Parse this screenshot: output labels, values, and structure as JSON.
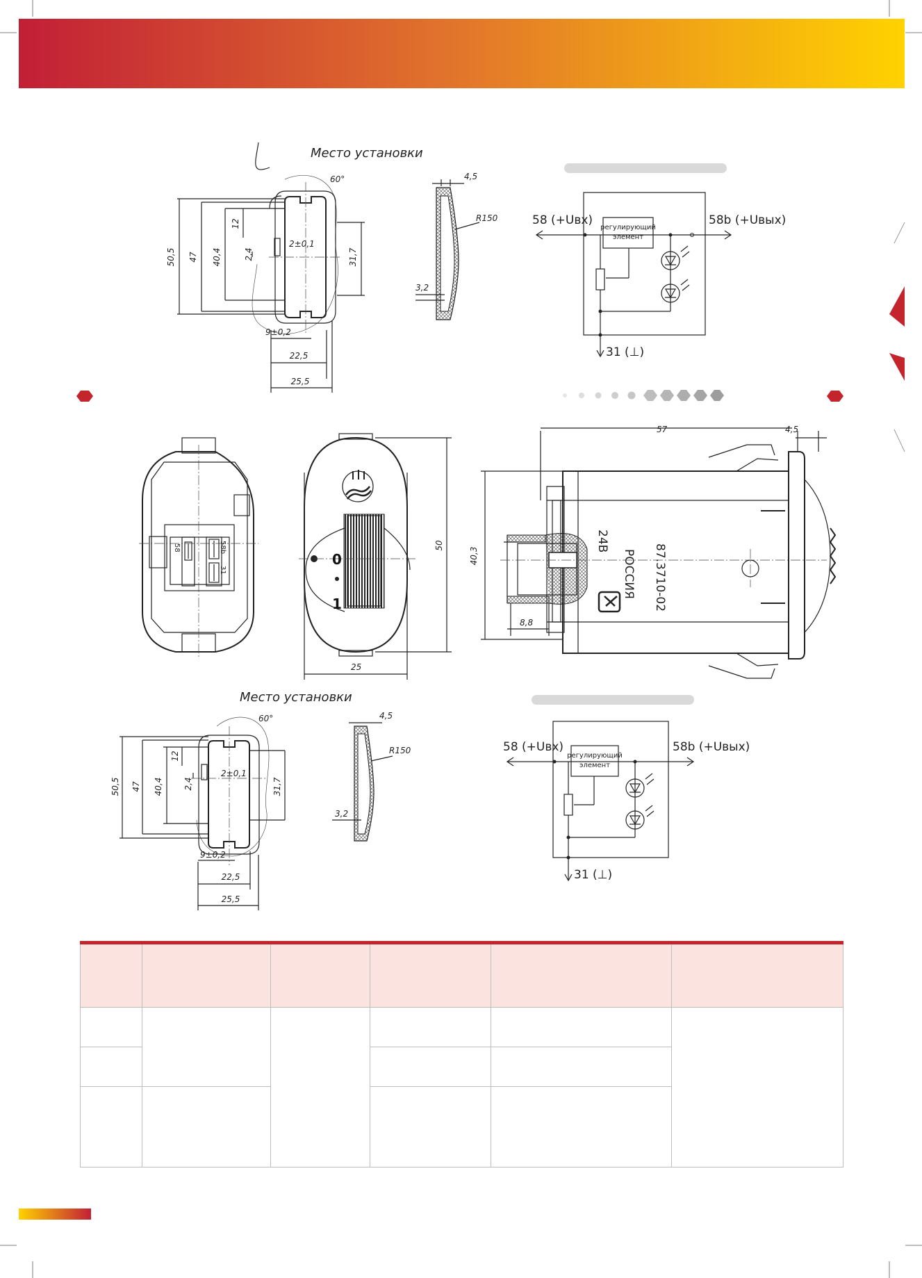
{
  "colors": {
    "banner_start": "#c21f36",
    "banner_end": "#ffd200",
    "accent_red": "#c4242b",
    "header_pink": "#fbe3df",
    "grey_bar": "#d9d9d9"
  },
  "drawings": {
    "mount_top": {
      "title": "Место установки",
      "angle": "60°",
      "dims": {
        "h_outer": "50,5",
        "h_mid": "47",
        "h_inner": "40,4",
        "notch": "12",
        "gap": "2,4",
        "tol": "2±0,1",
        "h_right": "31,7",
        "bottom_tol": "9±0,2",
        "w_inner": "22,5",
        "w_outer": "25,5"
      }
    },
    "panel_top": {
      "t_top": "4,5",
      "radius": "R150",
      "t_bottom": "3,2"
    },
    "circuit_top": {
      "input": "58 (+Uвх)",
      "output": "58b (+Uвых)",
      "element_line1": "регулирующий",
      "element_line2": "элемент",
      "ground": "31 (⊥)"
    },
    "back_view": {
      "pin_a": "58",
      "pin_b": "58b",
      "pin_c": "31"
    },
    "front_view": {
      "pos_0": "0",
      "pos_1": "1",
      "height": "50",
      "width": "25"
    },
    "side_view": {
      "length": "57",
      "flange": "4,5",
      "height": "40,3",
      "depth": "8,8",
      "voltage": "24В",
      "country": "РОССИЯ",
      "model": "87.3710-02"
    },
    "mount_bottom": {
      "title": "Место установки",
      "angle": "60°",
      "dims": {
        "h_outer": "50,5",
        "h_mid": "47",
        "h_inner": "40,4",
        "notch": "12",
        "gap": "2,4",
        "tol": "2±0,1",
        "h_right": "31,7",
        "bottom_tol": "9±0,2",
        "w_inner": "22,5",
        "w_outer": "25,5"
      }
    },
    "panel_bottom": {
      "t_top": "4,5",
      "radius": "R150",
      "t_bottom": "3,2"
    },
    "circuit_bottom": {
      "input": "58 (+Uвх)",
      "output": "58b (+Uвых)",
      "element_line1": "регулирующий",
      "element_line2": "элемент",
      "ground": "31 (⊥)"
    }
  }
}
